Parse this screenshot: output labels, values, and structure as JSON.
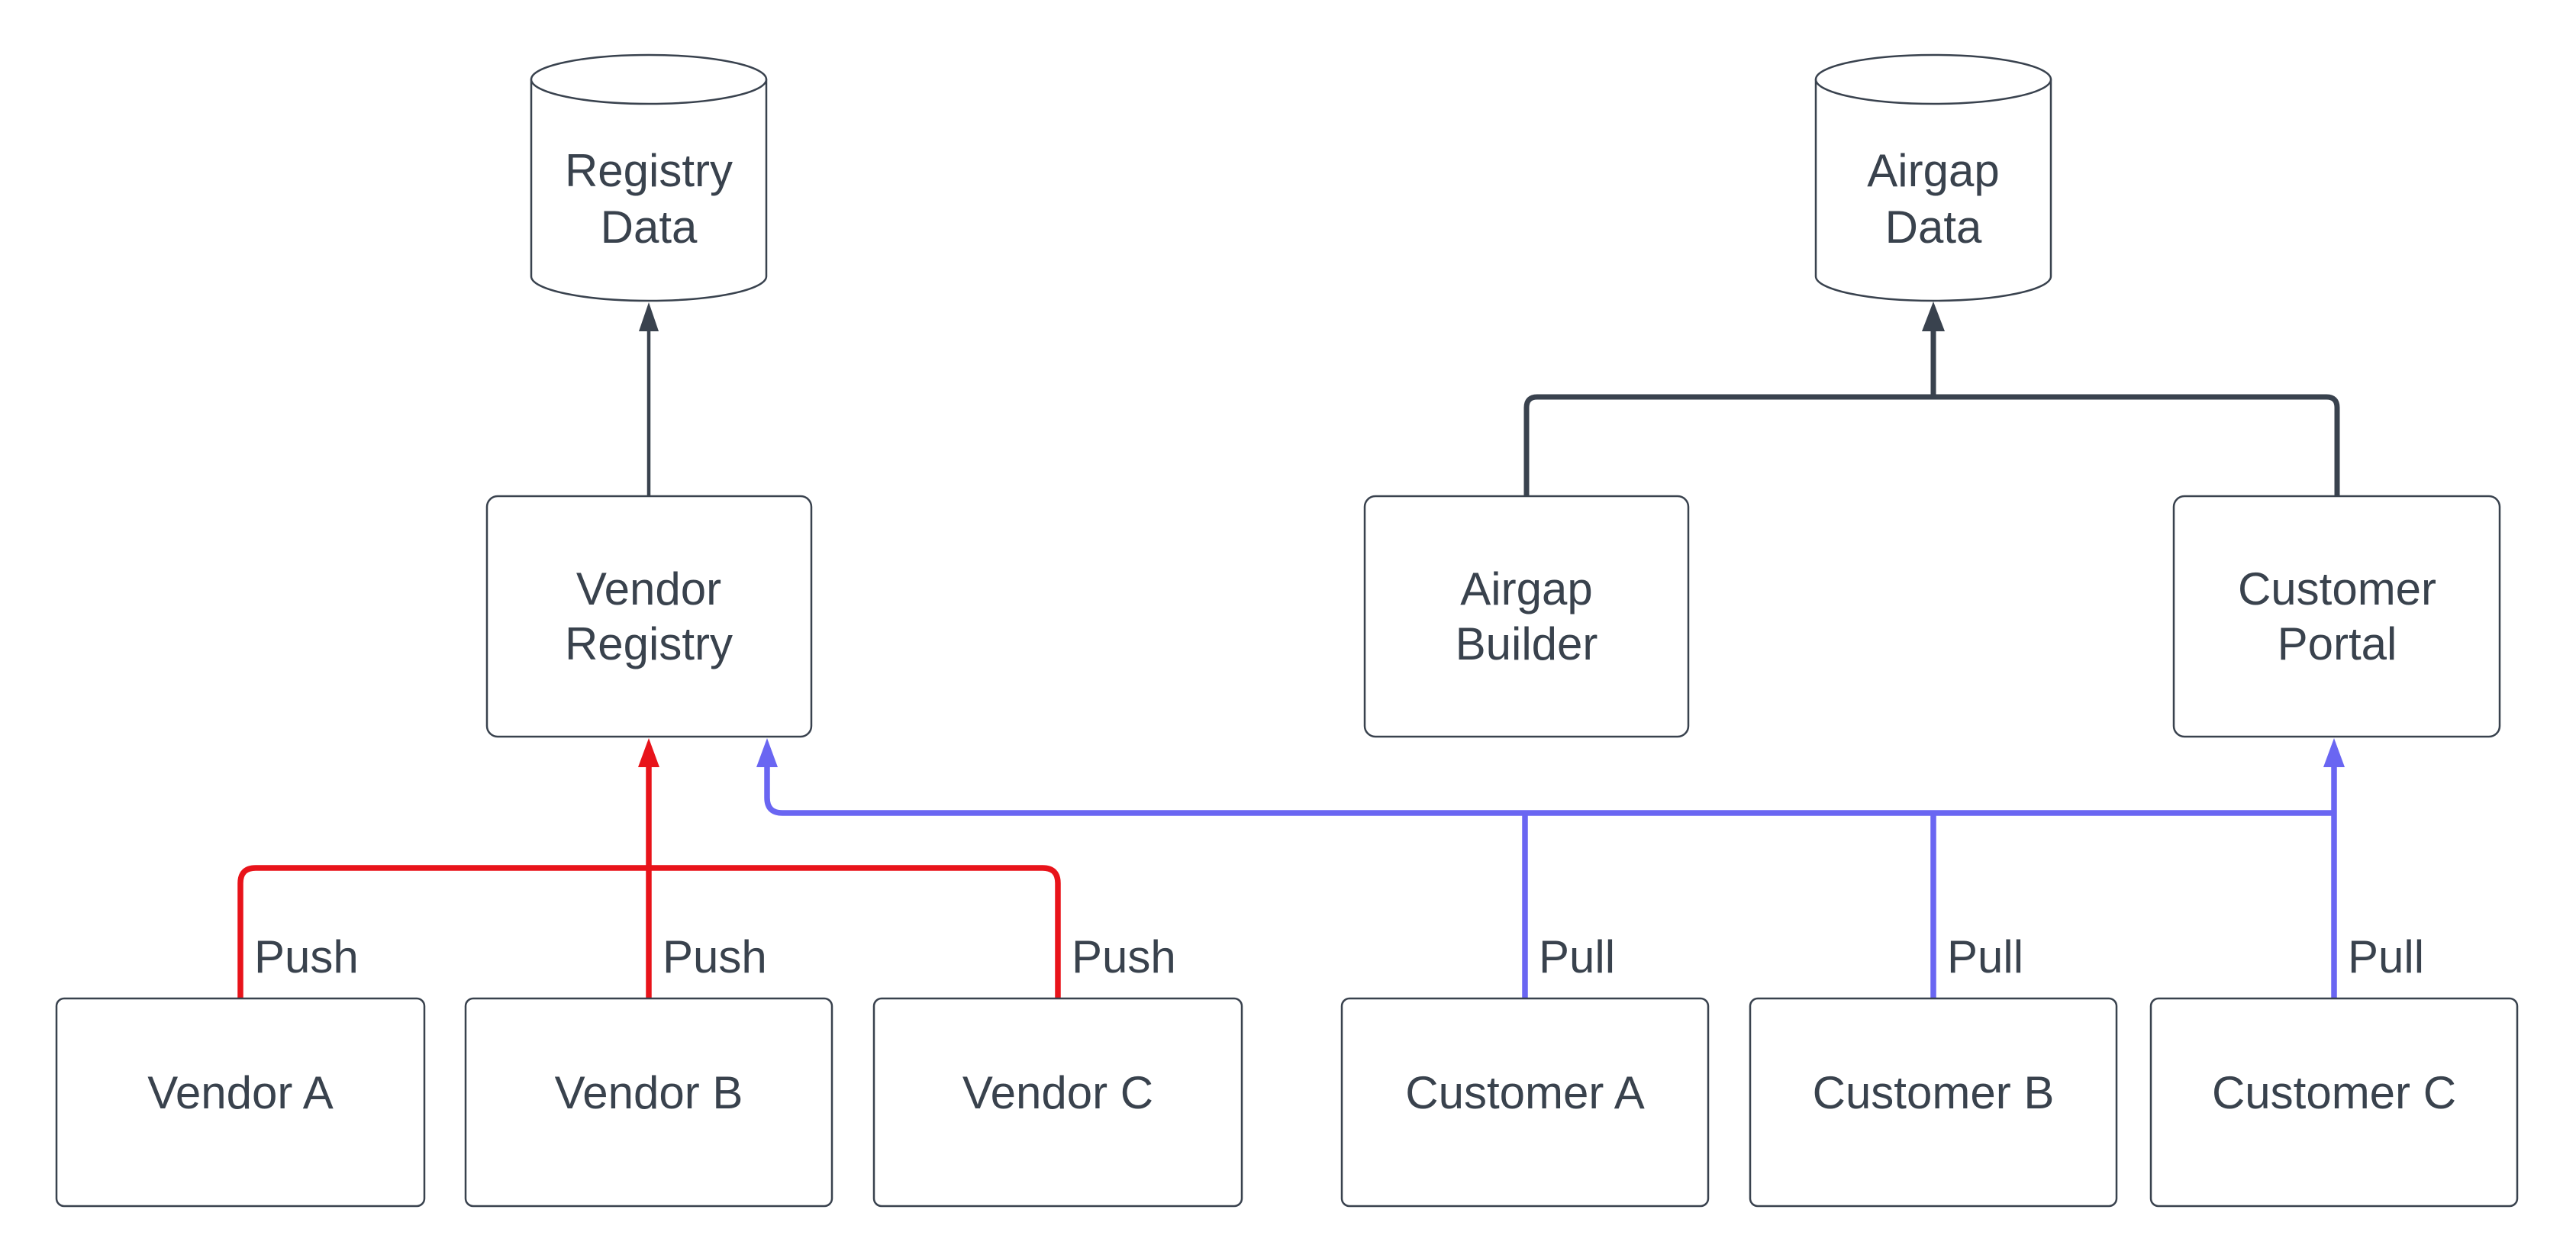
{
  "diagram": {
    "type": "flowchart",
    "background": "#ffffff",
    "colors": {
      "neutral": "#39424E",
      "push": "#E8131A",
      "pull": "#6A66F2",
      "text": "#39424D",
      "node_fill": "#ffffff"
    },
    "databases": [
      {
        "id": "registry-data",
        "line1": "Registry",
        "line2": "Data"
      },
      {
        "id": "airgap-data",
        "line1": "Airgap",
        "line2": "Data"
      }
    ],
    "services": [
      {
        "id": "vendor-registry",
        "line1": "Vendor",
        "line2": "Registry"
      },
      {
        "id": "airgap-builder",
        "line1": "Airgap",
        "line2": "Builder"
      },
      {
        "id": "customer-portal",
        "line1": "Customer",
        "line2": "Portal"
      }
    ],
    "sources": [
      {
        "id": "vendor-a",
        "label": "Vendor A",
        "edge_label": "Push"
      },
      {
        "id": "vendor-b",
        "label": "Vendor B",
        "edge_label": "Push"
      },
      {
        "id": "vendor-c",
        "label": "Vendor C",
        "edge_label": "Push"
      },
      {
        "id": "customer-a",
        "label": "Customer A",
        "edge_label": "Pull"
      },
      {
        "id": "customer-b",
        "label": "Customer B",
        "edge_label": "Pull"
      },
      {
        "id": "customer-c",
        "label": "Customer C",
        "edge_label": "Pull"
      }
    ]
  }
}
